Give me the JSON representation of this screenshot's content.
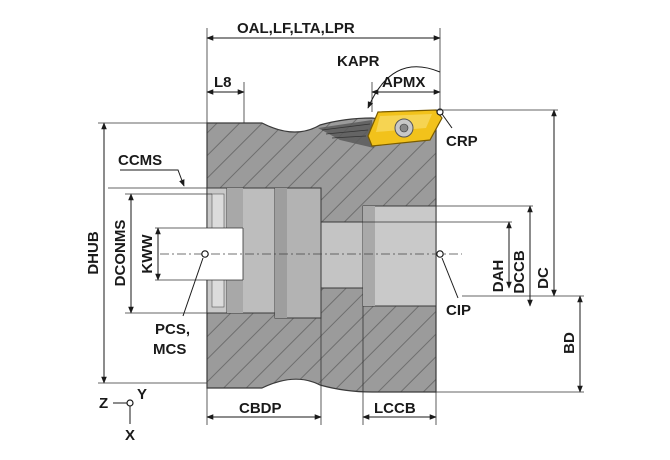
{
  "labels": {
    "oal": "OAL,LF,LTA,LPR",
    "kapr": "KAPR",
    "apmx": "APMX",
    "l8": "L8",
    "crp": "CRP",
    "ccms": "CCMS",
    "dhub": "DHUB",
    "dconms": "DCONMS",
    "kww": "KWW",
    "dah": "DAH",
    "dccb": "DCCB",
    "dc": "DC",
    "bd": "BD",
    "cip": "CIP",
    "pcs": "PCS,",
    "mcs": "MCS",
    "cbdp": "CBDP",
    "lccb": "LCCB",
    "axis_z": "Z",
    "axis_y": "Y",
    "axis_x": "X"
  },
  "colors": {
    "body": "#9b9b9b",
    "hatch": "#6e6e6e",
    "bore": "#c9c9c9",
    "bore_dark": "#8a8a8a",
    "insert": "#f2c21b",
    "insert_edge": "#7a5c00",
    "pocket": "#5a5a5a",
    "line": "#1a1a1a"
  }
}
